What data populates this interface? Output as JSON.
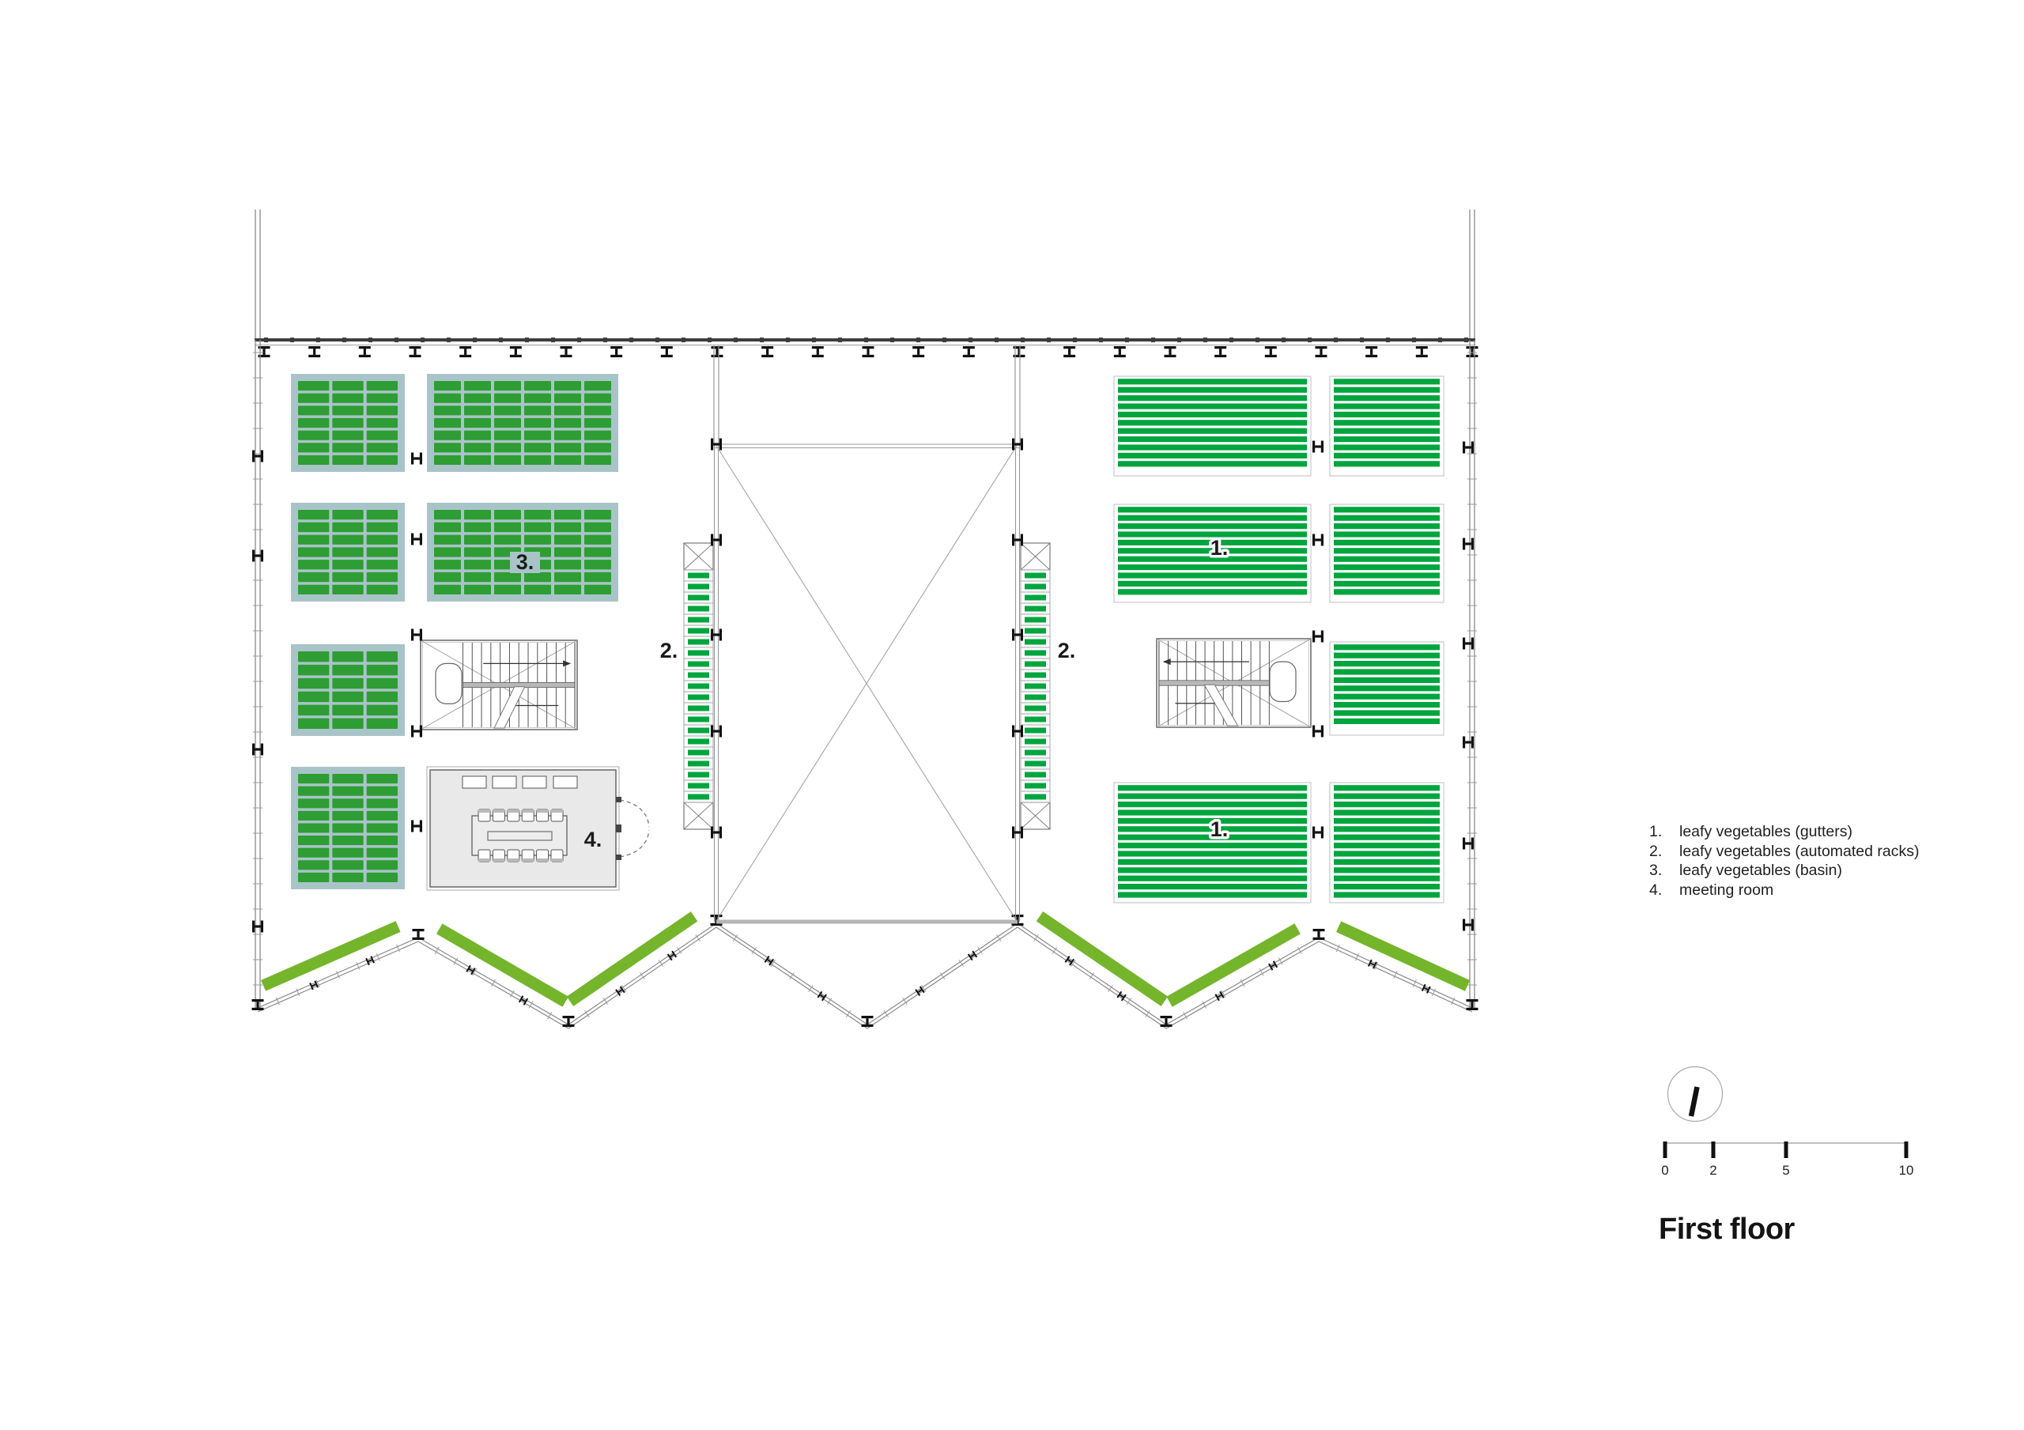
{
  "plan_labels": {
    "gutters_top": "1.",
    "gutters_bottom": "1.",
    "racks_left": "2.",
    "racks_right": "2.",
    "basin": "3.",
    "meeting_room": "4."
  },
  "legend": {
    "items": [
      {
        "number": "1.",
        "label": "leafy vegetables (gutters)"
      },
      {
        "number": "2.",
        "label": "leafy vegetables (automated racks)"
      },
      {
        "number": "3.",
        "label": "leafy vegetables (basin)"
      },
      {
        "number": "4.",
        "label": "meeting room"
      }
    ]
  },
  "north_indicator": {
    "icon": "north-arrow-icon"
  },
  "scale_bar": {
    "labels": [
      "0",
      "2",
      "5",
      "10"
    ]
  },
  "floor_title": "First floor",
  "colors": {
    "basin_bg": "#a9c4c8",
    "basin_cell_green": "#2e9d33",
    "crop_green": "#00a53e",
    "planter_green": "#74b52c",
    "wall_dark": "#3d3d3d",
    "line_gray": "#8a8a8a",
    "room_fill": "#e9e9e9",
    "symbol_black": "#111111"
  }
}
